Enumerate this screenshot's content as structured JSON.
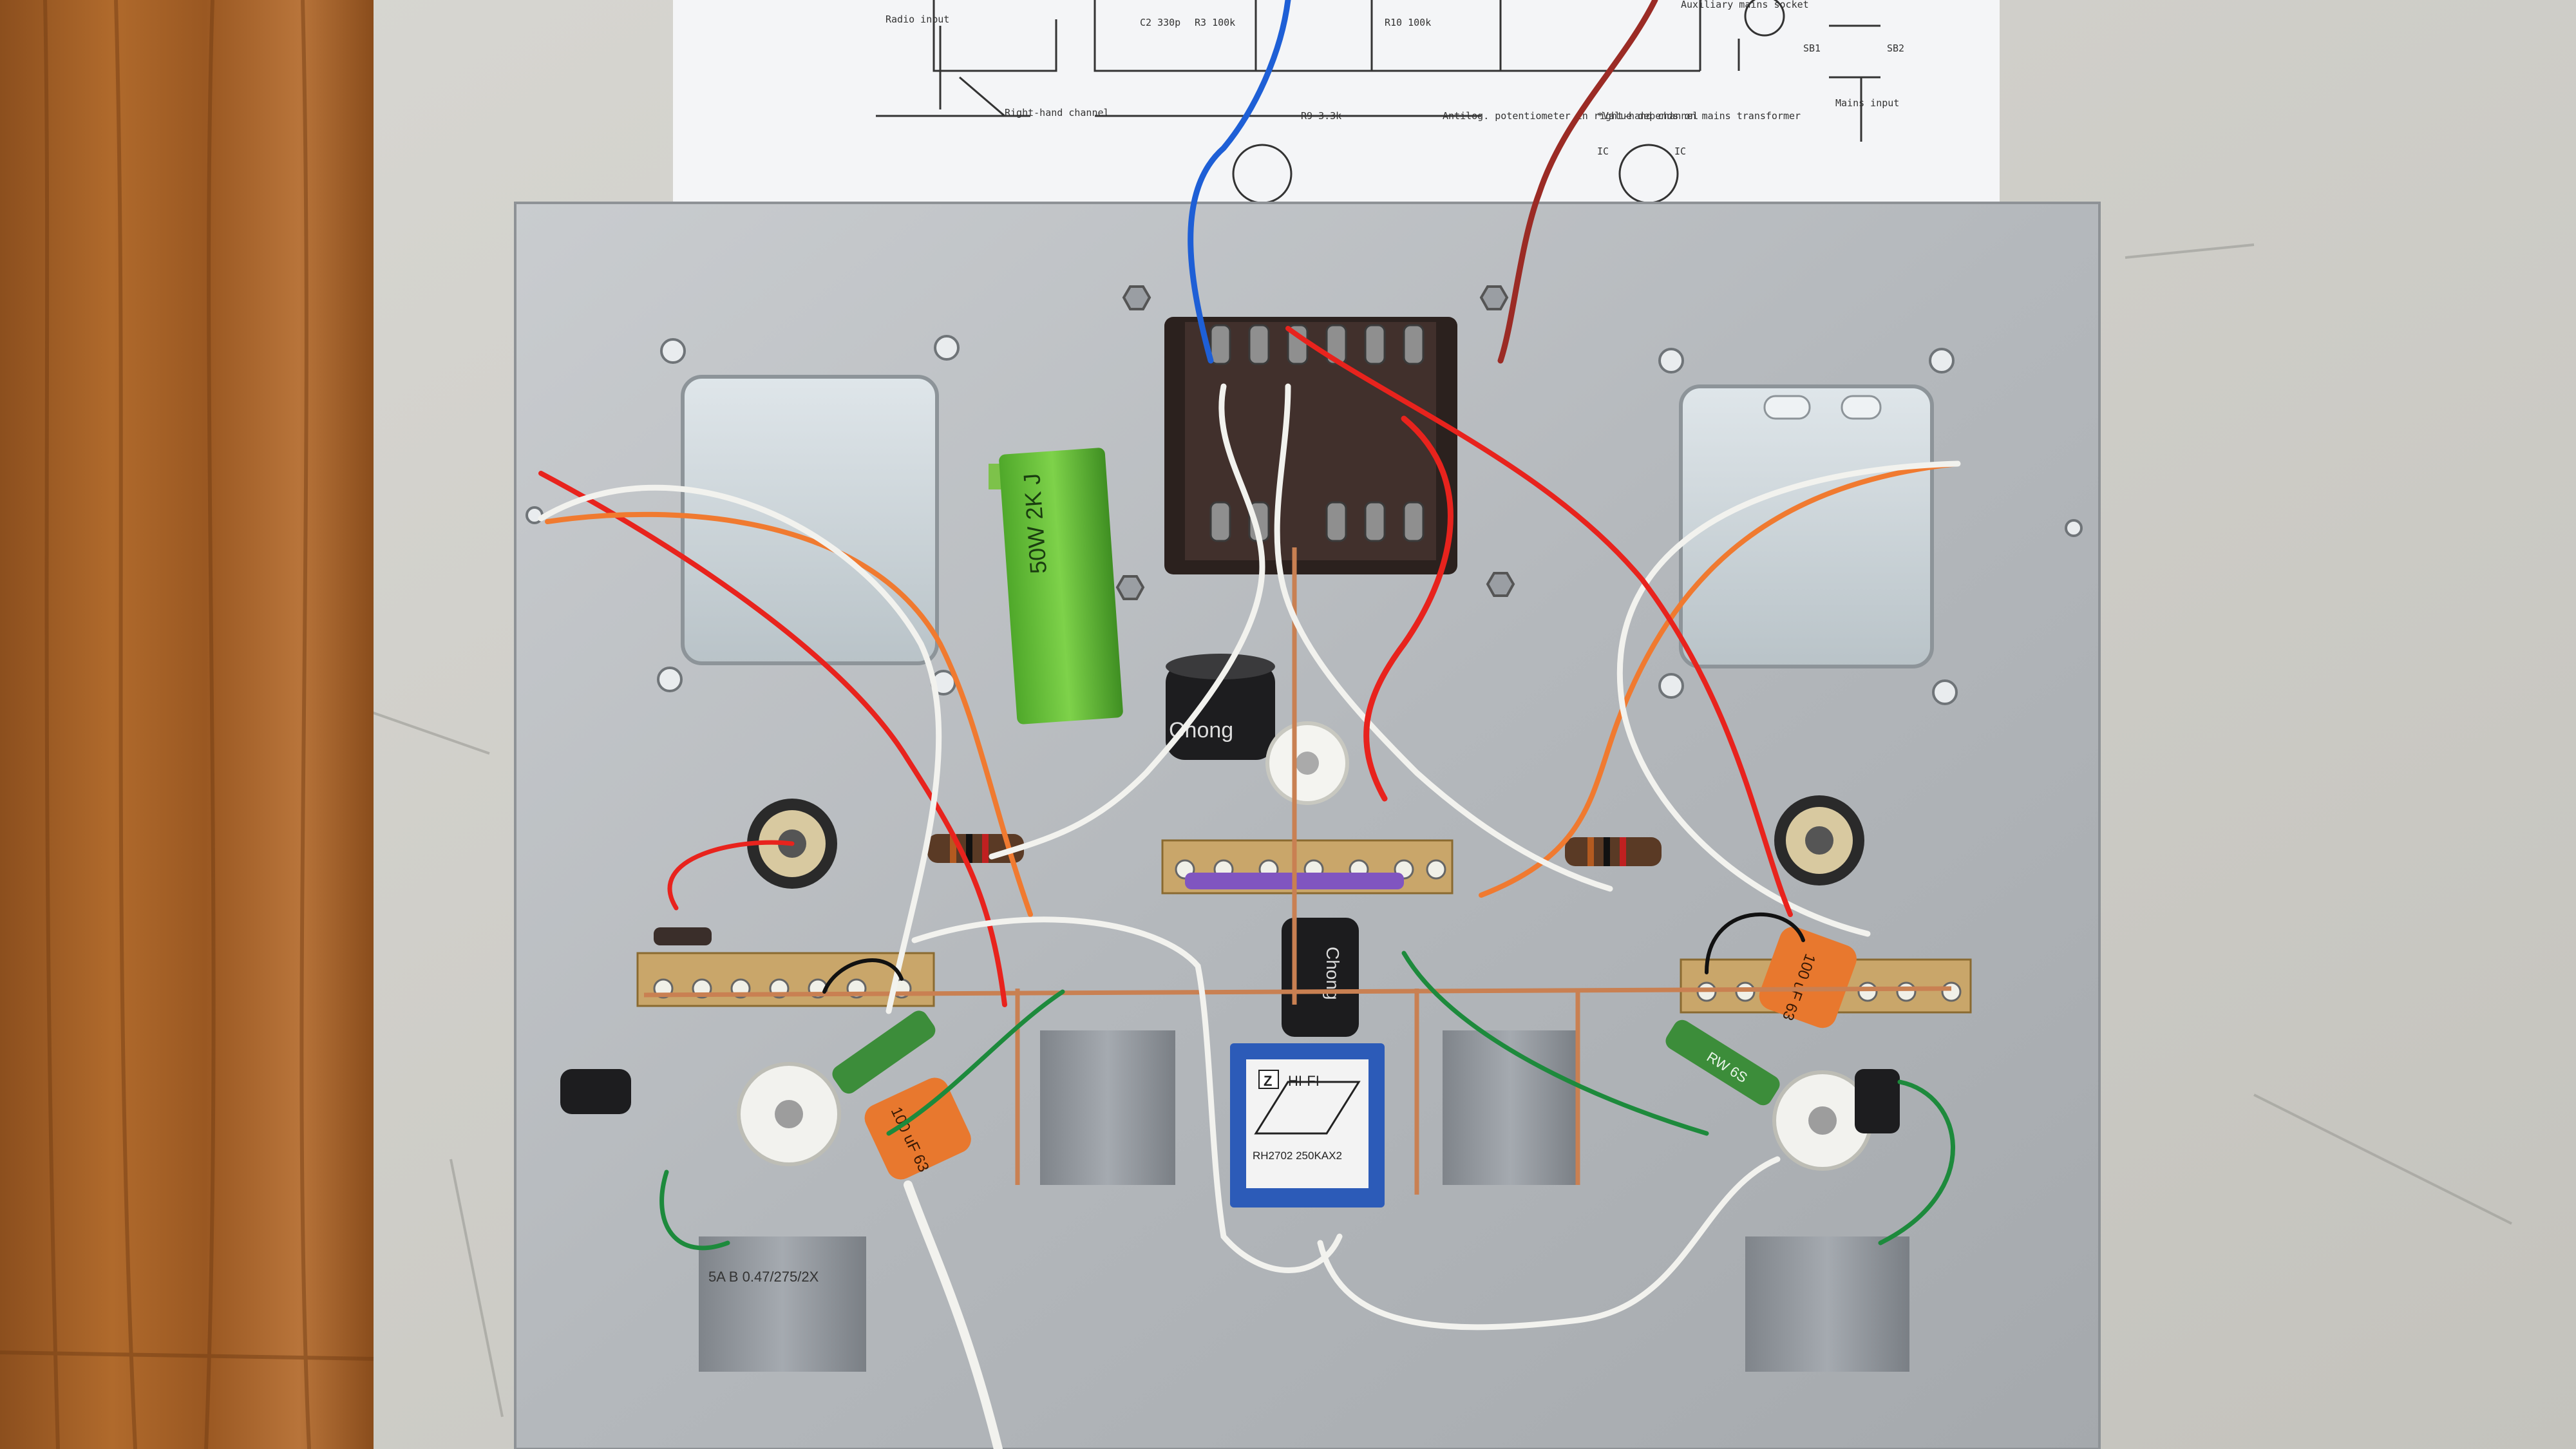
{
  "schematic": {
    "labels": [
      "Radio input",
      "Right-hand channel",
      "C2 330p",
      "R3 100k",
      "R10 100k",
      "Auxiliary mains socket",
      "SB1",
      "SB2",
      "Mains input",
      "R9 3.3k",
      "Antilog. potentiometer in right-hand channel",
      "*Value depends on mains transformer",
      "IC",
      "IC"
    ]
  },
  "components": {
    "power_resistor_marking": "50W 2K J",
    "main_cap_brand": "Chong",
    "center_cap_brand": "Chong",
    "pot_logo": "Z",
    "pot_brand": "HI-FI",
    "pot_model": "RH2702 250KAX2",
    "left_cap_marking": "100 uF 63",
    "right_cap_marking": "100 uF 63",
    "film_cap_marking": "5A B 0.47/275/2X",
    "wirewound_marking": "RW 6S"
  },
  "colors": {
    "wood": "#a8642a",
    "chassis": "#b8bcbf",
    "wire_red": "#e8231d",
    "wire_orange": "#f07a30",
    "wire_white": "#f2f2ee",
    "wire_green": "#1d8a3c",
    "wire_blue": "#1e5fd6",
    "wire_maroon": "#9b2b25",
    "copper": "#c98052"
  }
}
